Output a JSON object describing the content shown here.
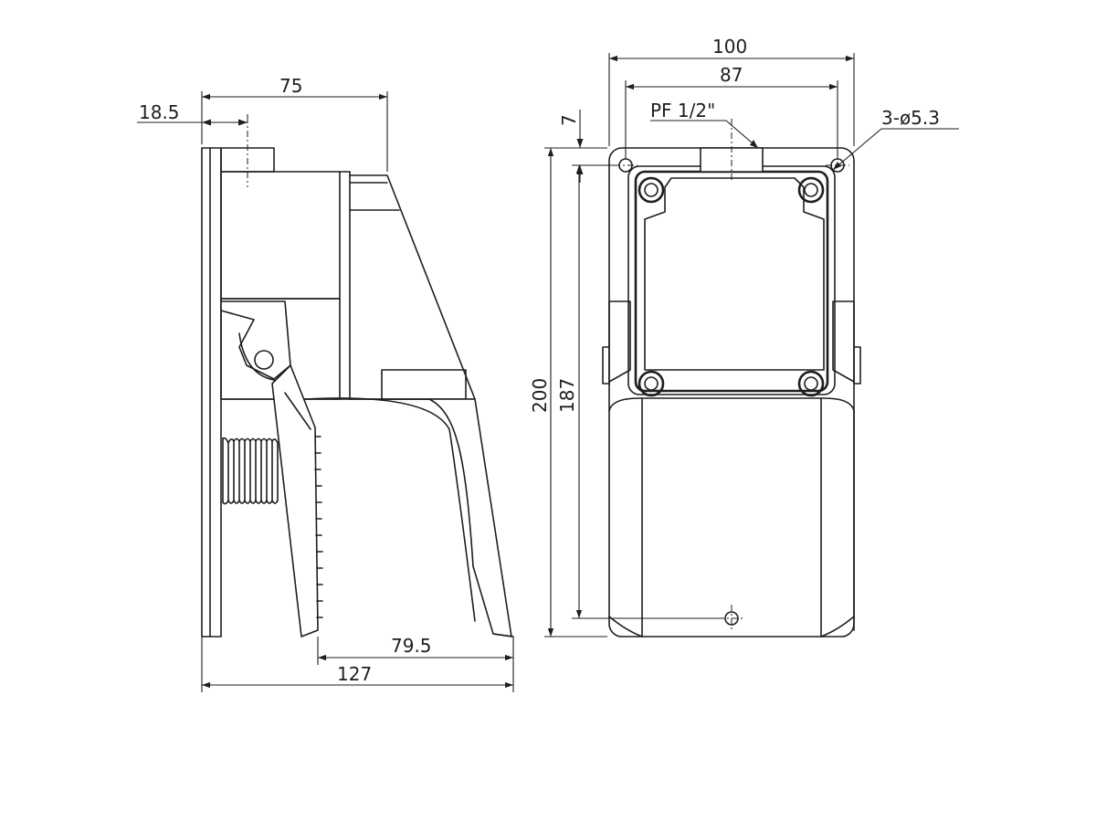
{
  "side_view": {
    "dims": {
      "d_18_5": "18.5",
      "d_75": "75",
      "d_79_5": "79.5",
      "d_127": "127"
    }
  },
  "front_view": {
    "dims": {
      "d_100": "100",
      "d_87": "87",
      "d_7": "7",
      "d_200": "200",
      "d_187": "187"
    },
    "callouts": {
      "port": "PF 1/2\"",
      "holes": "3-ø5.3"
    }
  }
}
